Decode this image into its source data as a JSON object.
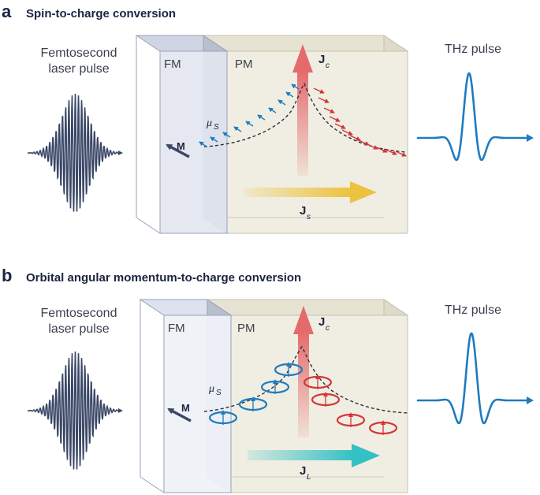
{
  "panels": [
    {
      "letter": "a",
      "title": "Spin-to-charge conversion",
      "input_label_line1": "Femtosecond",
      "input_label_line2": "laser pulse",
      "layer1": "FM",
      "layer2": "PM",
      "magnetization": "M",
      "mu_symbol": "μ",
      "mu_sub": "S",
      "current_charge": "J",
      "current_charge_sub": "c",
      "current_in": "J",
      "current_in_sub": "s",
      "output_label": "THz pulse"
    },
    {
      "letter": "b",
      "title": "Orbital angular momentum-to-charge conversion",
      "input_label_line1": "Femtosecond",
      "input_label_line2": "laser pulse",
      "layer1": "FM",
      "layer2": "PM",
      "magnetization": "M",
      "mu_symbol": "μ",
      "mu_sub": "S",
      "current_charge": "J",
      "current_charge_sub": "c",
      "current_in": "J",
      "current_in_sub": "L",
      "output_label": "THz pulse"
    }
  ],
  "colors": {
    "blue": "#1f7bc0",
    "red": "#d2373a",
    "navy": "#3a4766",
    "jc_arrow": "#e56a6c",
    "js_arrow": "#edc23e",
    "jl_arrow": "#35c1c4"
  }
}
